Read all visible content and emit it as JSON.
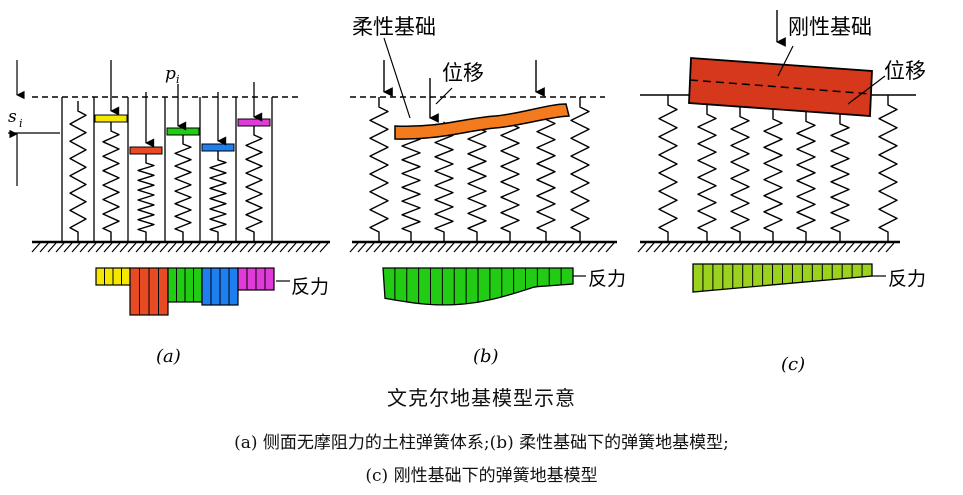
{
  "colors": {
    "background": "#ffffff",
    "line": "#000000",
    "yellow": "#f5e800",
    "red": "#e84a24",
    "green": "#22cc14",
    "blue": "#1e7ff0",
    "magenta": "#e03ad8",
    "orange": "#f47a1e",
    "dark_red": "#d6381c",
    "yellow_green": "#9ad21e"
  },
  "panel_a": {
    "label_s": "s",
    "label_s_sub": "i",
    "label_p": "p",
    "label_p_sub": "i",
    "reaction_label": "反力",
    "caption": "(a)"
  },
  "panel_b": {
    "foundation_label": "柔性基础",
    "displacement_label": "位移",
    "reaction_label": "反力",
    "caption": "(b)"
  },
  "panel_c": {
    "foundation_label": "刚性基础",
    "displacement_label": "位移",
    "reaction_label": "反力",
    "caption": "(c)"
  },
  "figure_title": "文克尔地基模型示意",
  "figure_caption_line1": "(a) 侧面无摩阻力的土柱弹簧体系;(b) 柔性基础下的弹簧地基模型;",
  "figure_caption_line2": "(c) 刚性基础下的弹簧地基模型"
}
